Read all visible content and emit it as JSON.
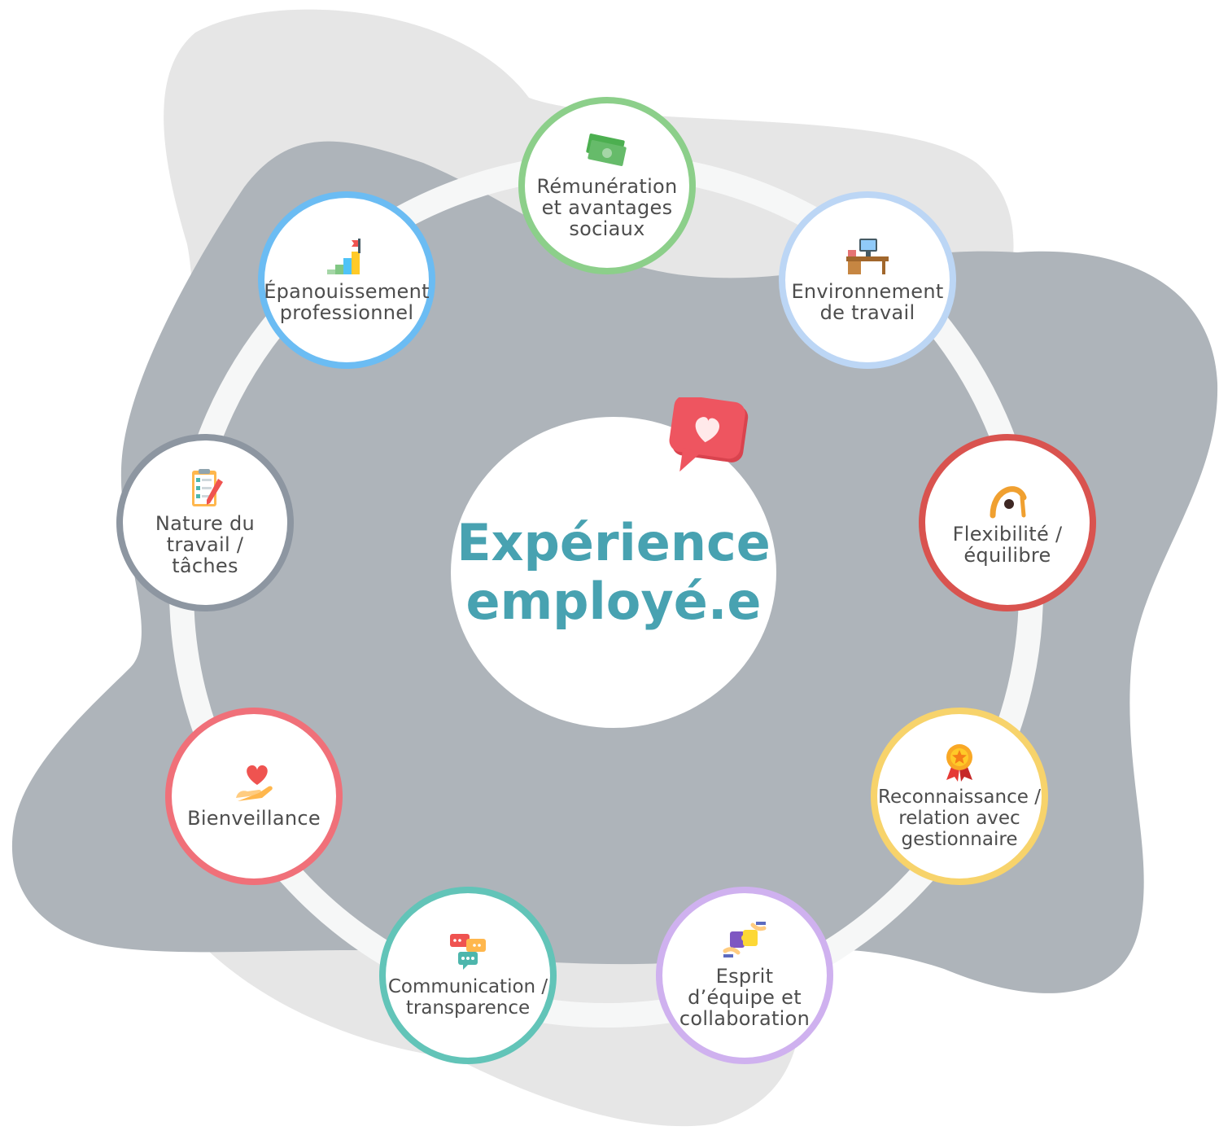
{
  "diagram": {
    "center_title_line1": "Expérience",
    "center_title_line2": "employé.e",
    "accent_color": "#48a2b1",
    "nodes": [
      {
        "id": "remuneration",
        "lines": [
          "Rémunération",
          "et avantages",
          "sociaux"
        ],
        "color": "#8ccf8a",
        "icon": "money-icon"
      },
      {
        "id": "environnement",
        "lines": [
          "Environnement",
          "de travail"
        ],
        "color": "#bcd6f5",
        "icon": "desk-icon"
      },
      {
        "id": "flexibilite",
        "lines": [
          "Flexibilité /",
          "équilibre"
        ],
        "color": "#d9534f",
        "icon": "yoga-icon"
      },
      {
        "id": "reconnaissance",
        "lines": [
          "Reconnaissance /",
          "relation avec",
          "gestionnaire"
        ],
        "color": "#f7d36b",
        "icon": "medal-icon"
      },
      {
        "id": "esprit",
        "lines": [
          "Esprit",
          "d’équipe et",
          "collaboration"
        ],
        "color": "#cfb1ef",
        "icon": "puzzle-icon"
      },
      {
        "id": "communication",
        "lines": [
          "Communication /",
          "transparence"
        ],
        "color": "#62c4b8",
        "icon": "chat-bubbles-icon"
      },
      {
        "id": "bienveillance",
        "lines": [
          "Bienveillance"
        ],
        "color": "#f07079",
        "icon": "heart-hand-icon"
      },
      {
        "id": "nature",
        "lines": [
          "Nature du",
          "travail /",
          "tâches"
        ],
        "color": "#8d96a1",
        "icon": "checklist-icon"
      },
      {
        "id": "epanouissement",
        "lines": [
          "Épanouissement",
          "professionnel"
        ],
        "color": "#6bbcf3",
        "icon": "stairs-flag-icon"
      }
    ]
  }
}
